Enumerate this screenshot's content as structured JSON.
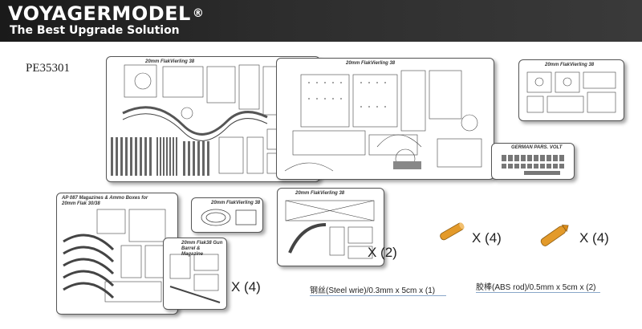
{
  "brand": {
    "name": "VOYAGERMODEL",
    "registered": "®",
    "tagline": "The Best Upgrade Solution"
  },
  "product_code": "PE35301",
  "frets": [
    {
      "label": "20mm FlakVierling 38"
    },
    {
      "label": "20mm FlakVierling 38"
    },
    {
      "label": "20mm FlakVierling 38"
    },
    {
      "label": "GERMAN PARS. VOLT"
    },
    {
      "label": "AP 087 Magazines & Ammo Boxes for 20mm Flak 30/38"
    },
    {
      "label": "20mm FlakVierling 38"
    },
    {
      "label": "20mm Flak38 Gun Barrel & Magazine"
    },
    {
      "label": "20mm FlakVierling 38"
    }
  ],
  "quantities": {
    "large_fret": "X (2)",
    "small_frets": "X (4)",
    "steel_wire": "X (4)",
    "abs_rod": "X (4)"
  },
  "materials": {
    "steel_wire": "钢丝(Steel wrie)/0.3mm x 5cm x (1)",
    "abs_rod": "胶棒(ABS rod)/0.5mm x 5cm x (2)"
  },
  "colors": {
    "banner": "#2c2c2c",
    "rod": "#e39a2a"
  }
}
